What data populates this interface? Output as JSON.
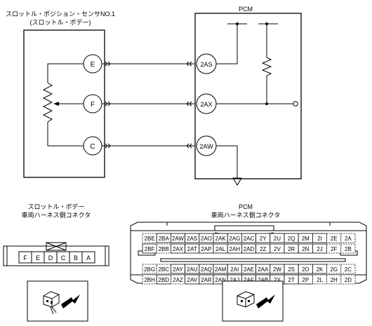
{
  "sensor": {
    "title_line1": "スロットル・ポジション・センサNO.1",
    "title_line2": "(スロットル・ボデー)",
    "pins": [
      "E",
      "F",
      "C"
    ]
  },
  "pcm": {
    "title": "PCM",
    "pins": [
      "2AS",
      "2AX",
      "2AW"
    ]
  },
  "connector_left": {
    "title_line1": "スロットル・ボデー",
    "title_line2": "車両ハーネス側コネクタ",
    "pins": [
      "F",
      "E",
      "D",
      "C",
      "B",
      "A"
    ]
  },
  "connector_right": {
    "title_line1": "PCM",
    "title_line2": "車両ハーネス側コネクタ",
    "rows": [
      [
        "2BE",
        "2BA",
        "2AW",
        "2AS",
        "2AO",
        "2AK",
        "2AG",
        "2AC",
        "2Y",
        "2U",
        "2Q",
        "2M",
        "2I",
        "2E",
        "2A"
      ],
      [
        "2BF",
        "2BB",
        "2AX",
        "2AT",
        "2AP",
        "2AL",
        "2AH",
        "2AD",
        "2Z",
        "2V",
        "2R",
        "2N",
        "2J",
        "2F",
        "2B"
      ],
      [
        "2BG",
        "2BC",
        "2AY",
        "2AU",
        "2AQ",
        "2AM",
        "2AI",
        "2AE",
        "2AA",
        "2W",
        "2S",
        "2O",
        "2K",
        "2G",
        "2C"
      ],
      [
        "2BH",
        "2BD",
        "2AZ",
        "2AV",
        "2AR",
        "2AN",
        "2AJ",
        "2AF",
        "2AB",
        "2X",
        "2T",
        "2P",
        "2L",
        "2H",
        "2D"
      ]
    ]
  }
}
